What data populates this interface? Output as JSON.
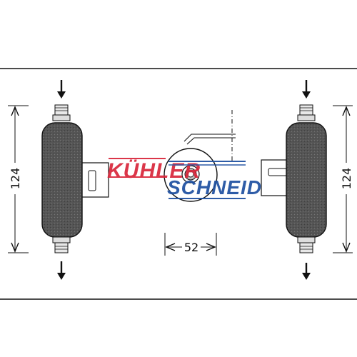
{
  "drawing": {
    "dimension_height": "124",
    "dimension_width": "52"
  },
  "logo": {
    "line1": "KÜHLER",
    "line2": "SCHNEIDER",
    "colors": {
      "line1": "#d8263a",
      "line2": "#1d4fa0"
    }
  },
  "colors": {
    "line": "#111111",
    "body_fill": "#5a5a5a",
    "background": "#ffffff"
  }
}
